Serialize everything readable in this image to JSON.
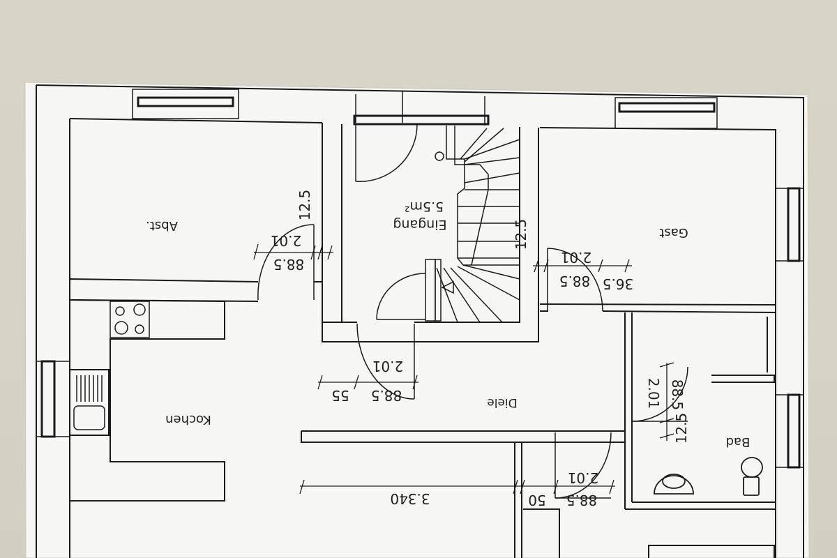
{
  "plan": {
    "rooms": {
      "abst": "Abst.",
      "eingang": "Eingang",
      "eingang_area": "5.5m²",
      "gast": "Gast",
      "kochen": "Kochen",
      "diele": "Diele",
      "bad": "Bad"
    },
    "dimensions": {
      "abst_reveal": "12.5",
      "abst_height": "2.01",
      "abst_width": "88.5",
      "stair_reveal": "12.5",
      "gast_height": "2.01",
      "gast_width": "88.5",
      "gast_side": "36.5",
      "entry_height": "2.01",
      "entry_width": "88.5",
      "entry_side": "55",
      "bad_width": "88.5",
      "bad_height": "2.01",
      "bad_reveal": "12.5",
      "hall_length": "3.340",
      "lower_height": "2.01",
      "lower_width": "88.5",
      "lower_side": "50"
    }
  }
}
